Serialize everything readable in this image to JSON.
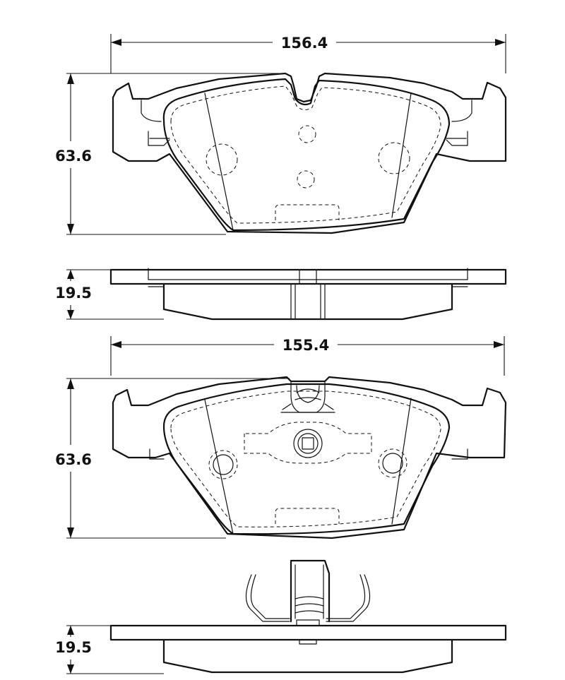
{
  "dimensions": {
    "top_width": "156.4",
    "top_height": "63.6",
    "top_side_thickness": "19.5",
    "bottom_width": "155.4",
    "bottom_height": "63.6",
    "bottom_side_thickness": "19.5"
  },
  "colors": {
    "line": "#111111",
    "background": "#ffffff"
  }
}
